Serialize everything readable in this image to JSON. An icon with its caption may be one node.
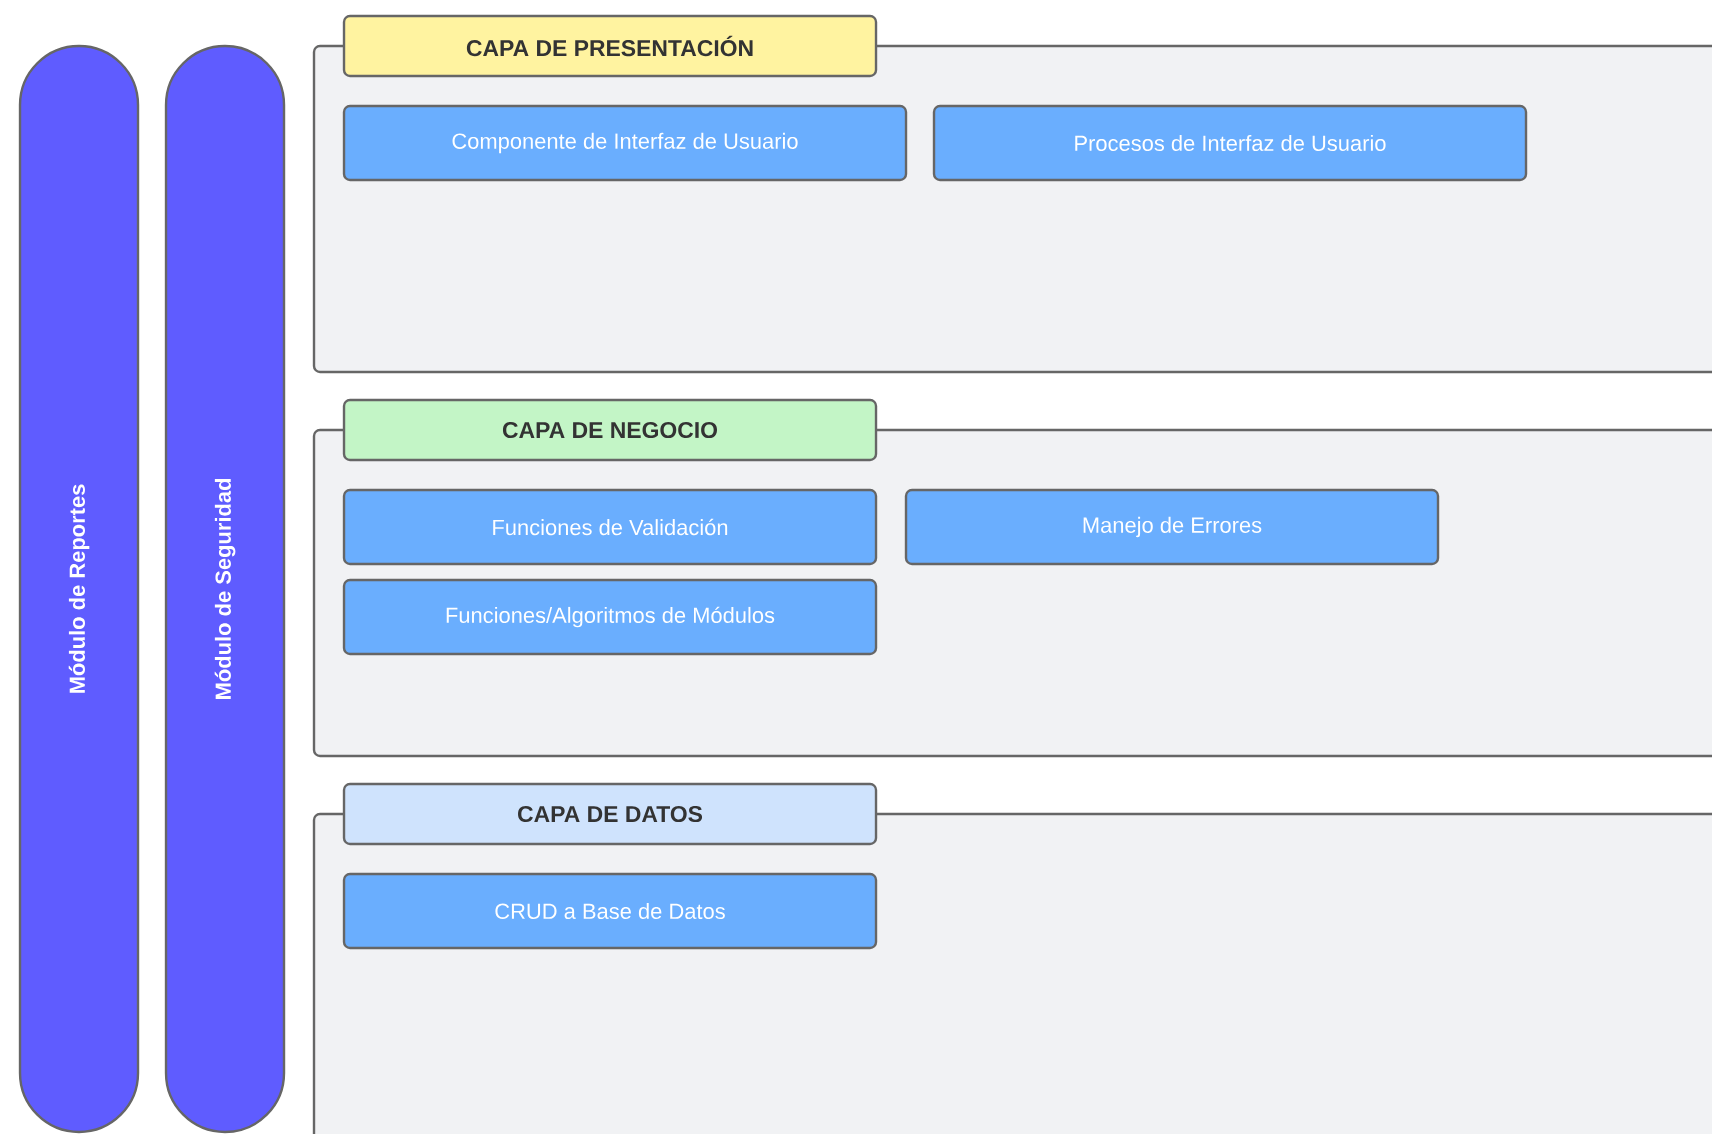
{
  "diagram": {
    "nodes": [
      {
        "text": [
          "Módulo de Reportes"
        ]
      },
      {
        "text": [
          "Módulo de Seguridad"
        ]
      },
      {
        "text": [
          "CAPA DE PRESENTACIÓN"
        ]
      },
      {
        "text": [
          "Componente de Interfaz de Usuario"
        ],
        "in": 2
      },
      {
        "text": [
          "Procesos de Interfaz de Usuario"
        ],
        "in": 2
      },
      {
        "text": [
          "CAPA DE NEGOCIO"
        ]
      },
      {
        "text": [
          "Funciones de Validación"
        ],
        "in": 5
      },
      {
        "text": [
          "Manejo de Errores"
        ],
        "in": 5
      },
      {
        "text": [
          "Funciones/Algoritmos de Módulos"
        ],
        "in": 5
      },
      {
        "text": [
          "CAPA DE DATOS"
        ]
      },
      {
        "text": [
          "CRUD a Base de Datos"
        ],
        "in": 9
      }
    ]
  }
}
